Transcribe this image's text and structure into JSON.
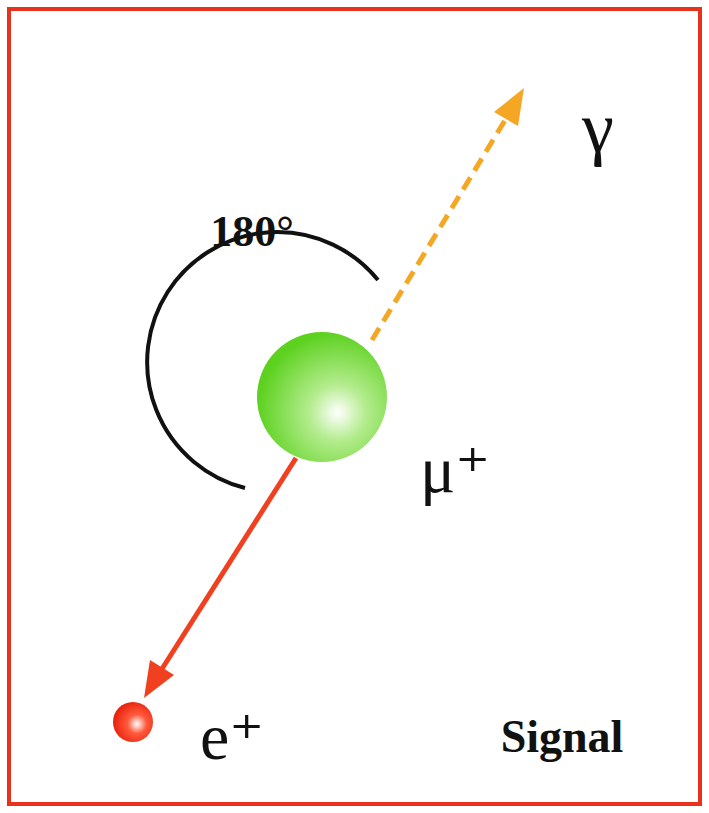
{
  "diagram": {
    "labels": [
      "180°",
      "γ",
      "μ⁺",
      "e⁺",
      "Signal"
    ]
  }
}
